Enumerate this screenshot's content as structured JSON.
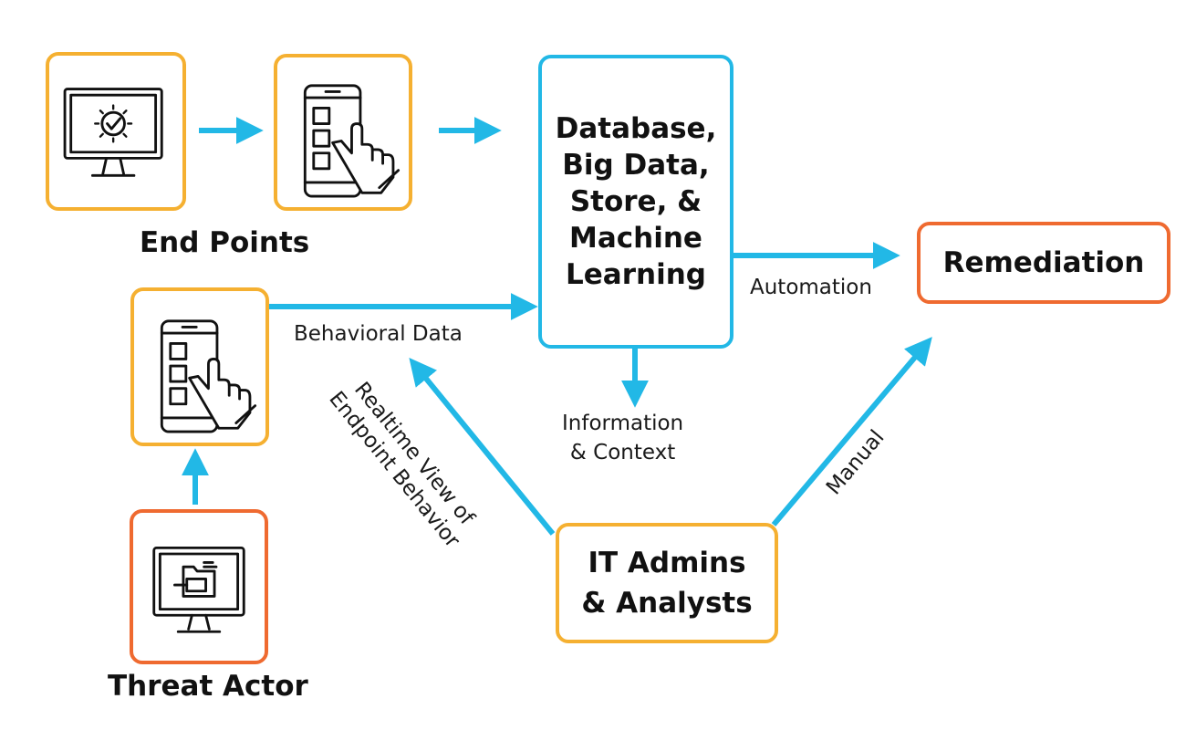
{
  "colors": {
    "arrow": "#22B8E6",
    "endpoint_border": "#F5B031",
    "threat_border": "#EF6A30",
    "database_border": "#22B8E6",
    "remediation_border": "#EF6A30",
    "admin_border": "#F5B031"
  },
  "nodes": {
    "endpoints_label": "End Points",
    "threat_actor_label": "Threat Actor",
    "database": [
      "Database,",
      "Big Data,",
      "Store, &",
      "Machine",
      "Learning"
    ],
    "remediation": "Remediation",
    "it_admins": [
      "IT Admins",
      "& Analysts"
    ]
  },
  "edges": {
    "behavioral_data": "Behavioral Data",
    "automation": "Automation",
    "information_context": [
      "Information",
      "& Context"
    ],
    "realtime_view": [
      "Realtime View of",
      "Endpoint Behavior"
    ],
    "manual": "Manual"
  },
  "icons": {
    "endpoint_monitor": "monitor-check-icon",
    "endpoint_phone": "phone-touch-icon",
    "threat_phone": "phone-touch-icon",
    "threat_monitor": "monitor-file-icon"
  }
}
